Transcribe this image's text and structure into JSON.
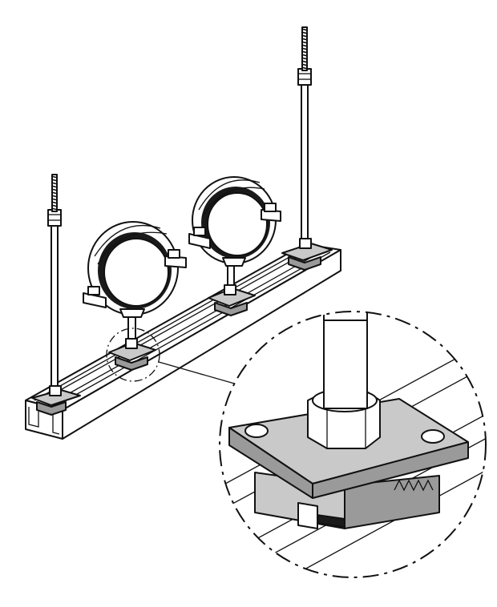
{
  "figure": {
    "description_text": "",
    "colors": {
      "line": "#111111",
      "metal_light": "#c9c9c9",
      "metal_dark": "#9a9a9a",
      "paper": "#ffffff"
    },
    "parts": [
      "threaded-rod-left",
      "threaded-rod-right",
      "strut-channel",
      "pipe-clamp-left",
      "pipe-clamp-right",
      "channel-nut-plate",
      "detail-magnifier"
    ]
  }
}
